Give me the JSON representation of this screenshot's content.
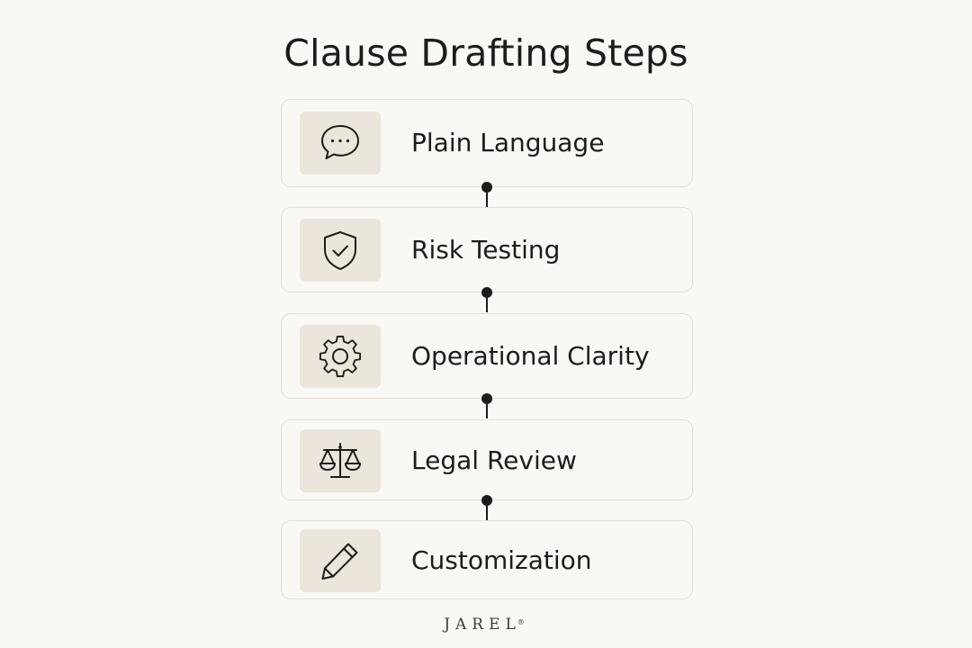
{
  "title": "Clause Drafting Steps",
  "steps": [
    {
      "label": "Plain Language",
      "icon": "speech-bubble-icon"
    },
    {
      "label": "Risk Testing",
      "icon": "shield-check-icon"
    },
    {
      "label": "Operational Clarity",
      "icon": "gear-icon"
    },
    {
      "label": "Legal Review",
      "icon": "scales-icon"
    },
    {
      "label": "Customization",
      "icon": "pencil-icon"
    }
  ],
  "brand": {
    "name": "JAREL",
    "mark": "®"
  },
  "colors": {
    "background": "#faf8f5",
    "card_border": "#e5ddd3",
    "icon_box": "#ece5dc",
    "ink": "#1d1c1a"
  }
}
